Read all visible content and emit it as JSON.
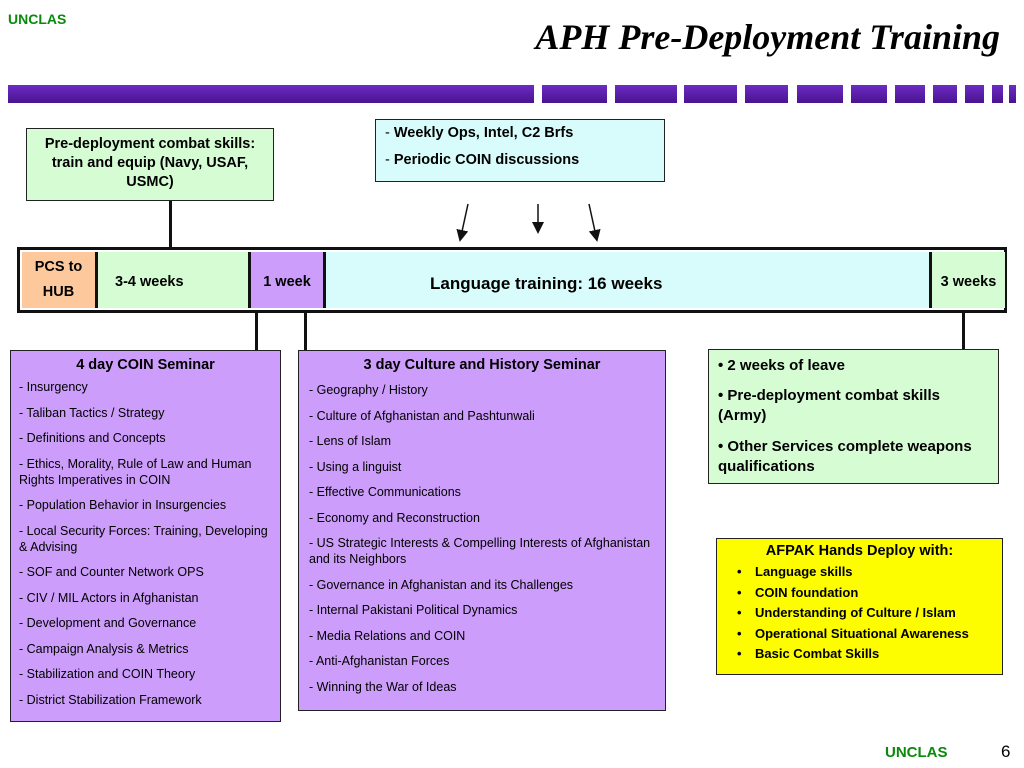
{
  "header": {
    "classification": "UNCLAS",
    "title": "APH Pre-Deployment Training"
  },
  "footer": {
    "classification": "UNCLAS",
    "slide_number": "6"
  },
  "colors": {
    "green_box": "#d6fcd4",
    "cyan_box": "#d8fbfc",
    "purple_box": "#cc9dfb",
    "yellow_box": "#fdfd00",
    "pcs_box": "#fdc99c",
    "title_bar": "#5a1fa8",
    "classification_text": "#0a8a0a"
  },
  "top_boxes": {
    "combat_skills": "Pre-deployment combat skills: train and equip (Navy, USAF, USMC)",
    "weekly": [
      "Weekly Ops, Intel, C2 Brfs",
      "Periodic COIN discussions"
    ]
  },
  "timeline": {
    "pcs": [
      "PCS to",
      "HUB"
    ],
    "seg2": "3-4 weeks",
    "seg3": "1 week",
    "seg4": "Language training: 16 weeks",
    "seg5": "3 weeks"
  },
  "coin_seminar": {
    "title": "4 day COIN Seminar",
    "items": [
      "- Insurgency",
      "- Taliban Tactics / Strategy",
      "- Definitions and Concepts",
      "- Ethics, Morality, Rule of Law and Human Rights Imperatives in COIN",
      "- Population Behavior in Insurgencies",
      "- Local Security Forces: Training, Developing & Advising",
      "- SOF and Counter Network OPS",
      "- CIV / MIL Actors in Afghanistan",
      "- Development and Governance",
      "- Campaign Analysis & Metrics",
      "- Stabilization and COIN Theory",
      "- District Stabilization Framework"
    ]
  },
  "culture_seminar": {
    "title": "3 day Culture and History Seminar",
    "items": [
      "- Geography / History",
      "- Culture of Afghanistan and Pashtunwali",
      "- Lens of Islam",
      "- Using a linguist",
      "- Effective Communications",
      "- Economy and Reconstruction",
      "- US Strategic Interests & Compelling Interests of Afghanistan and its Neighbors",
      "- Governance in Afghanistan and its Challenges",
      "- Internal Pakistani Political Dynamics",
      "- Media Relations and COIN",
      "- Anti-Afghanistan Forces",
      "- Winning the War of Ideas"
    ]
  },
  "final_weeks": {
    "items": [
      "• 2 weeks of leave",
      "• Pre-deployment combat skills (Army)",
      "• Other Services complete weapons qualifications"
    ]
  },
  "afpak": {
    "title": "AFPAK Hands Deploy with:",
    "items": [
      "Language skills",
      "COIN foundation",
      "Understanding of Culture / Islam",
      "Operational Situational Awareness",
      "Basic Combat Skills"
    ]
  }
}
